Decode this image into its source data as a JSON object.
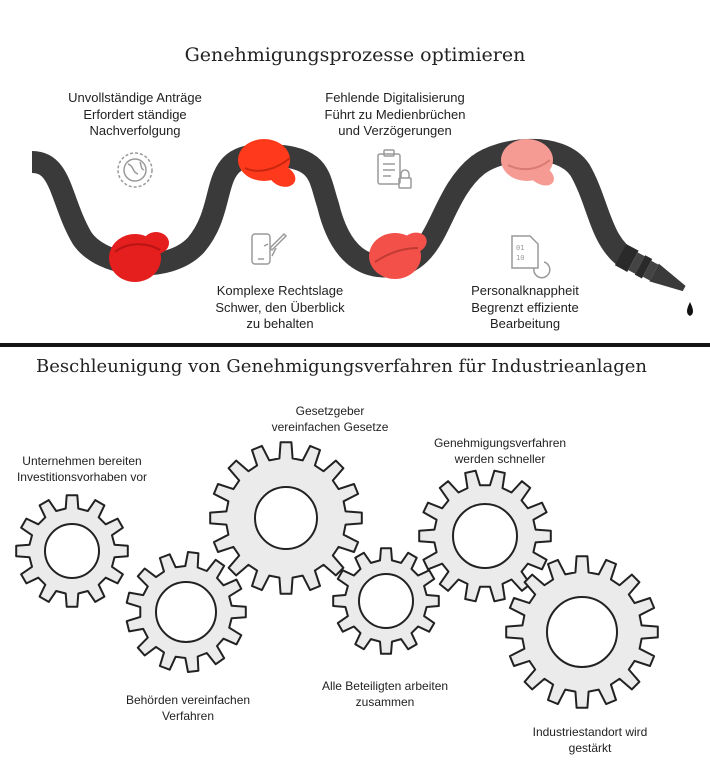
{
  "section1": {
    "title": "Genehmigungsprozesse optimieren",
    "items": [
      {
        "title": "Unvollständige Anträge",
        "line1": "Erfordert ständige",
        "line2": "Nachverfolgung",
        "icon": "globe-icon"
      },
      {
        "title": "Komplexe Rechtslage",
        "line1": "Schwer, den Überblick",
        "line2": "zu behalten",
        "icon": "mobile-rocket-icon"
      },
      {
        "title": "Fehlende Digitalisierung",
        "line1": "Führt zu Medienbrüchen",
        "line2": "und Verzögerungen",
        "icon": "clipboard-lock-icon"
      },
      {
        "title": "Personalknappheit",
        "line1": "Begrenzt effiziente",
        "line2": "Bearbeitung",
        "icon": "binary-file-icon"
      }
    ],
    "colors": {
      "hose": "#3a3a3a",
      "knot1": "#e51e1e",
      "knot2": "#ff3a1c",
      "knot3": "#f25048",
      "knot4": "#f59b94"
    }
  },
  "section2": {
    "title": "Beschleunigung von Genehmigungsverfahren für Industrieanlagen",
    "gears": [
      {
        "line1": "Unternehmen bereiten",
        "line2": "Investitionsvorhaben vor"
      },
      {
        "line1": "Behörden vereinfachen",
        "line2": "Verfahren"
      },
      {
        "line1": "Gesetzgeber",
        "line2": "vereinfachen Gesetze"
      },
      {
        "line1": "Alle Beteiligten arbeiten",
        "line2": "zusammen"
      },
      {
        "line1": "Genehmigungsverfahren",
        "line2": "werden schneller"
      },
      {
        "line1": "Industriestandort wird",
        "line2": "gestärkt"
      }
    ]
  }
}
